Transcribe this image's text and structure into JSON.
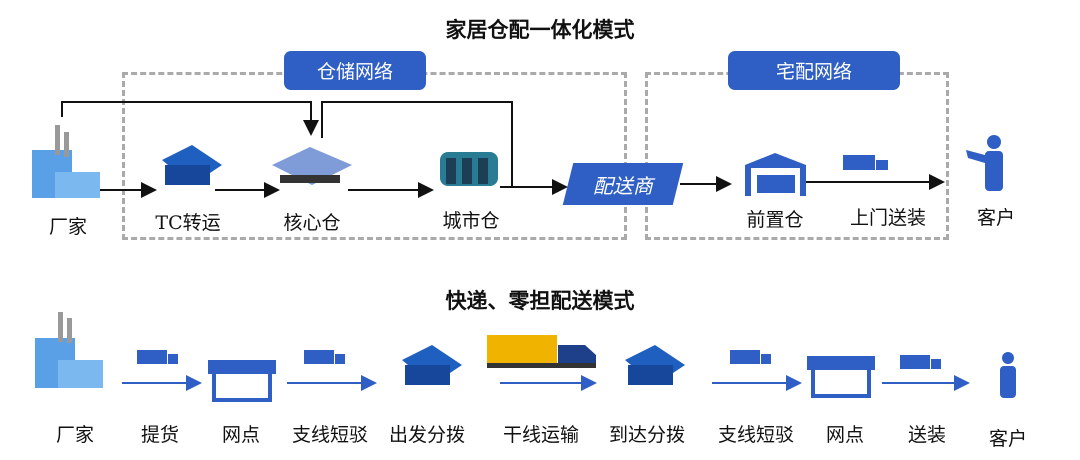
{
  "top": {
    "title": "家居仓配一体化模式",
    "storage_label": "仓储网络",
    "delivery_label": "宅配网络",
    "nodes": [
      "厂家",
      "TC转运",
      "核心仓",
      "城市仓",
      "配送商",
      "前置仓",
      "上门送装",
      "客户"
    ]
  },
  "bottom": {
    "title": "快递、零担配送模式",
    "steps": [
      "厂家",
      "提货",
      "网点",
      "支线短驳",
      "出发分拨",
      "干线运输",
      "到达分拨",
      "支线短驳",
      "网点",
      "送装",
      "客户"
    ]
  },
  "colors": {
    "accent": "#2F5FC4",
    "dash": "#aaaaaa"
  }
}
